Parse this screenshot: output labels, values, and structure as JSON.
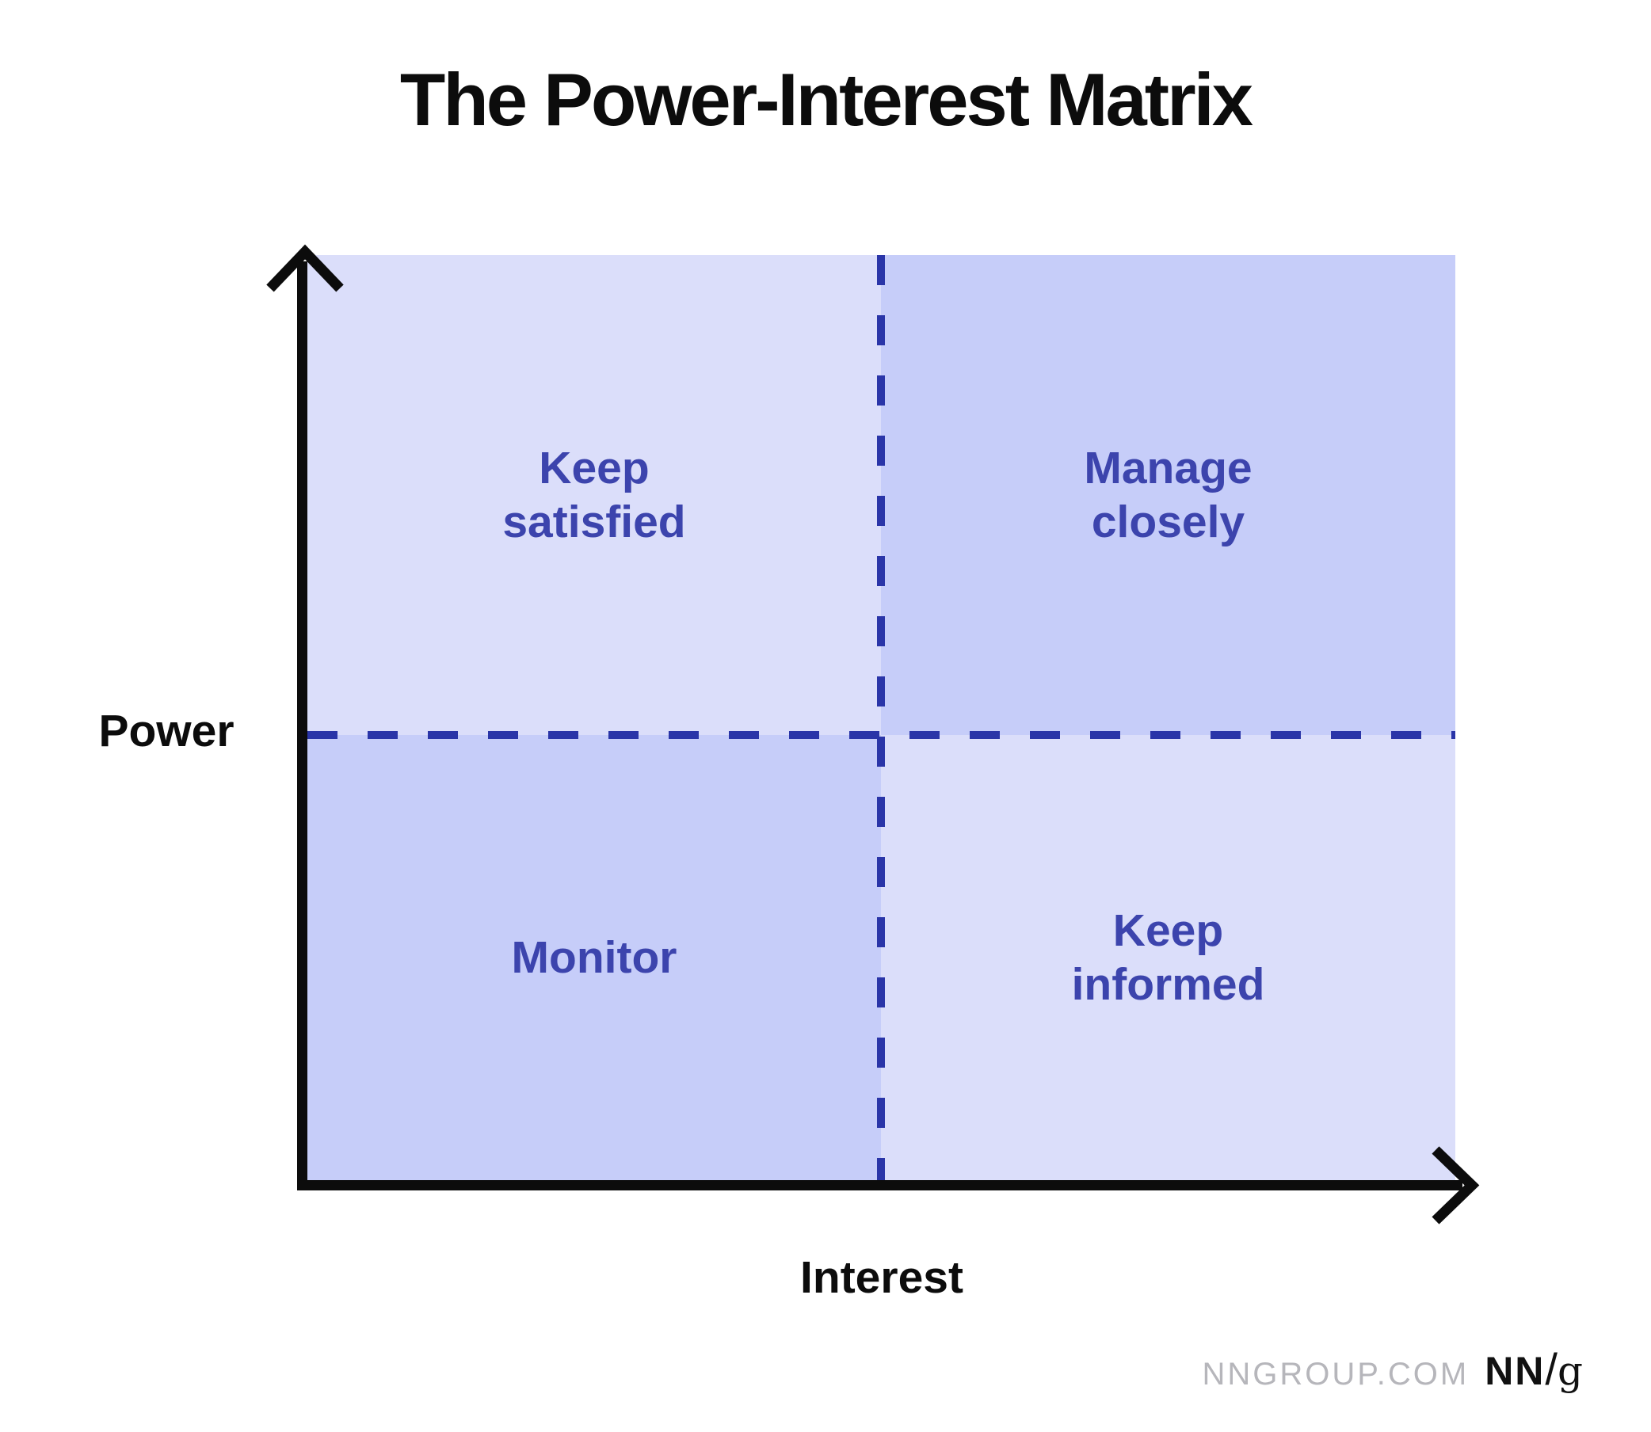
{
  "title": "The Power-Interest Matrix",
  "axes": {
    "y_label": "Power",
    "x_label": "Interest"
  },
  "quadrants": [
    {
      "position": "top-left",
      "shade": "light",
      "label_lines": [
        "Keep",
        "satisfied"
      ]
    },
    {
      "position": "top-right",
      "shade": "dark",
      "label_lines": [
        "Manage",
        "closely"
      ]
    },
    {
      "position": "bottom-left",
      "shade": "dark",
      "label_lines": [
        "Monitor"
      ]
    },
    {
      "position": "bottom-right",
      "shade": "light",
      "label_lines": [
        "Keep",
        "informed"
      ]
    }
  ],
  "footer": {
    "site": "NNGROUP.COM",
    "logo": {
      "nn": "NN",
      "slash": "/",
      "g": "g"
    }
  },
  "colors": {
    "quadrant_light": "#dbdefa",
    "quadrant_dark": "#c6cdf9",
    "dash": "#2a35a8",
    "quadrant_text": "#3c44ad",
    "axis": "#0c0c0c",
    "title_text": "#0c0c0c",
    "footer_gray": "#b6b6bb",
    "logo_black": "#111111"
  }
}
